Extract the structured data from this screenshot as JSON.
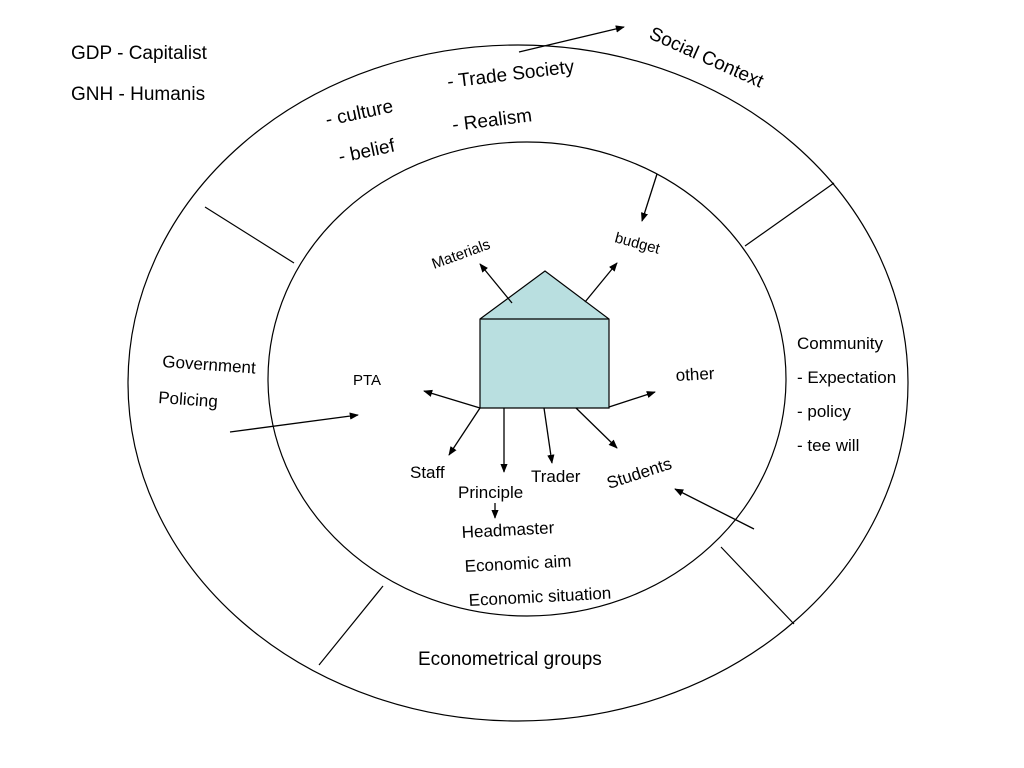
{
  "legend": {
    "gdp": "GDP - Capitalist",
    "gnh": "GNH - Humanis"
  },
  "outer_ring": {
    "social_context": "Social Context",
    "culture": "- culture",
    "belief": "- belief",
    "trade_society": "- Trade Society",
    "realism": "- Realism",
    "government": "Government",
    "policing": "Policing",
    "community": "Community",
    "expectation": "- Expectation",
    "policy": "- policy",
    "tee_will": "- tee will",
    "econometrical_groups": "Econometrical groups"
  },
  "inner_ring": {
    "materials": "Materials",
    "budget": "budget",
    "pta": "PTA",
    "other": "other",
    "staff": "Staff",
    "principle": "Principle",
    "trader": "Trader",
    "students": "Students",
    "headmaster": "Headmaster",
    "economic_aim": "Economic aim",
    "economic_situation": "Economic situation"
  },
  "colors": {
    "school_fill": "#b9dfe0",
    "line": "#000000"
  }
}
